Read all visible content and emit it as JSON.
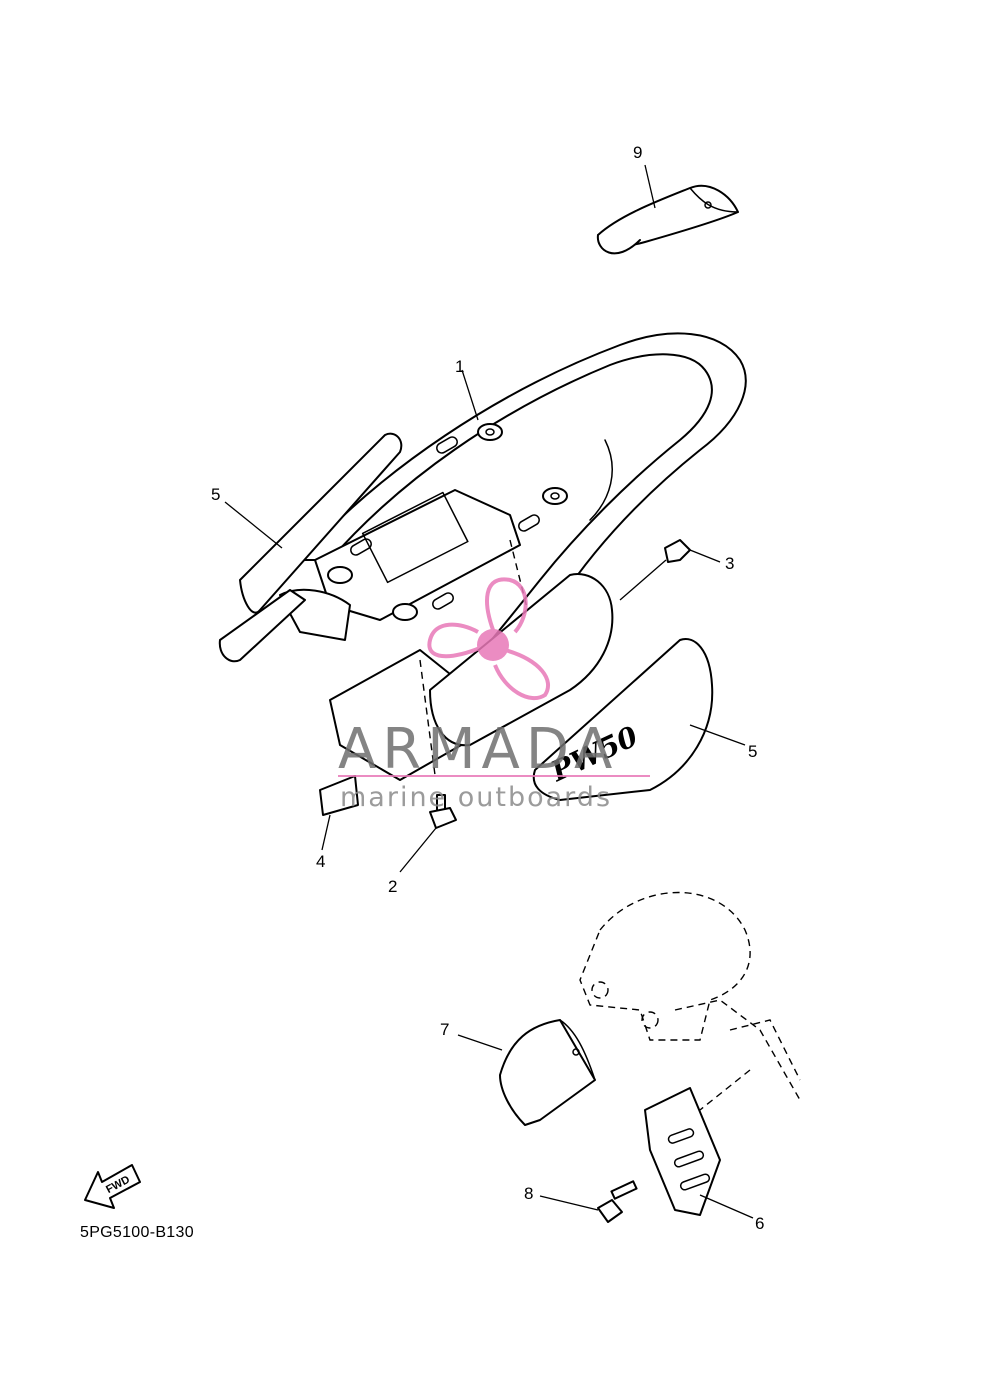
{
  "diagram": {
    "code": "5PG5100-B130",
    "callouts": [
      "9",
      "1",
      "5",
      "3",
      "5",
      "4",
      "2",
      "7",
      "8",
      "6"
    ],
    "decal_text": "PW50",
    "fwd_label": "FWD"
  },
  "watermark": {
    "name": "ARMADA",
    "subtitle": "marine outboards",
    "accent": "#e879b8"
  }
}
